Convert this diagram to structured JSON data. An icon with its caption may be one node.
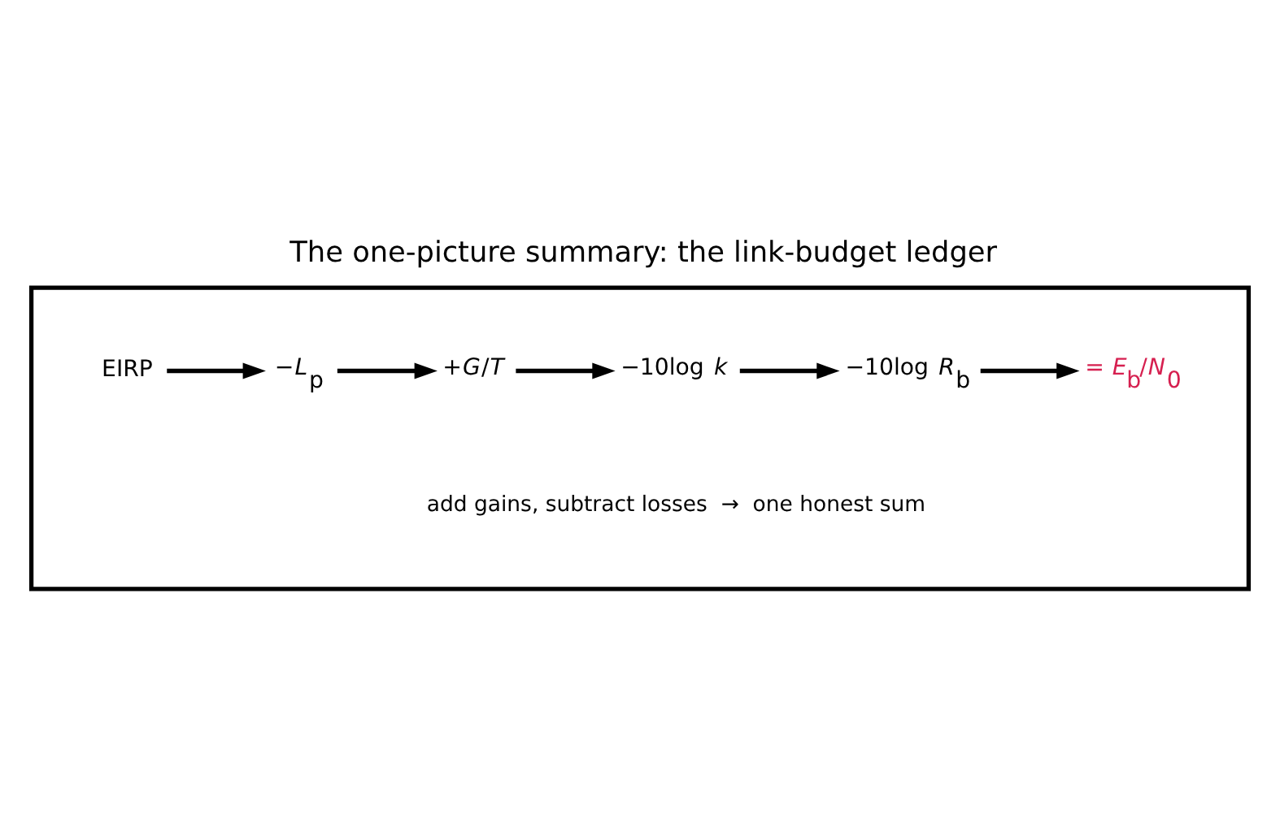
{
  "diagram": {
    "title": "The one-picture summary: the link-budget ledger",
    "nodes": [
      {
        "text": [],
        "shape": "box"
      },
      {
        "text": [
          "EIRP"
        ],
        "in": 0
      },
      {
        "text": [
          "−*L*$_{p}$"
        ],
        "in": 0
      },
      {
        "text": [
          "+*G*/*T*"
        ],
        "in": 0
      },
      {
        "text": [
          "−10log *k*"
        ],
        "in": 0
      },
      {
        "text": [
          "−10log *R*$_{b}$"
        ],
        "in": 0
      },
      {
        "text": [
          "= *E*$_{b}$/*N*$_{0}$"
        ],
        "in": 0
      }
    ],
    "edges": [
      {
        "from": 1,
        "to": 2,
        "arrow": "to"
      },
      {
        "from": 2,
        "to": 3,
        "arrow": "to"
      },
      {
        "from": 3,
        "to": 4,
        "arrow": "to"
      },
      {
        "from": 4,
        "to": 5,
        "arrow": "to"
      },
      {
        "from": 5,
        "to": 6,
        "arrow": "to"
      }
    ],
    "labels": [
      "add gains, subtract losses  →  one honest sum"
    ]
  }
}
